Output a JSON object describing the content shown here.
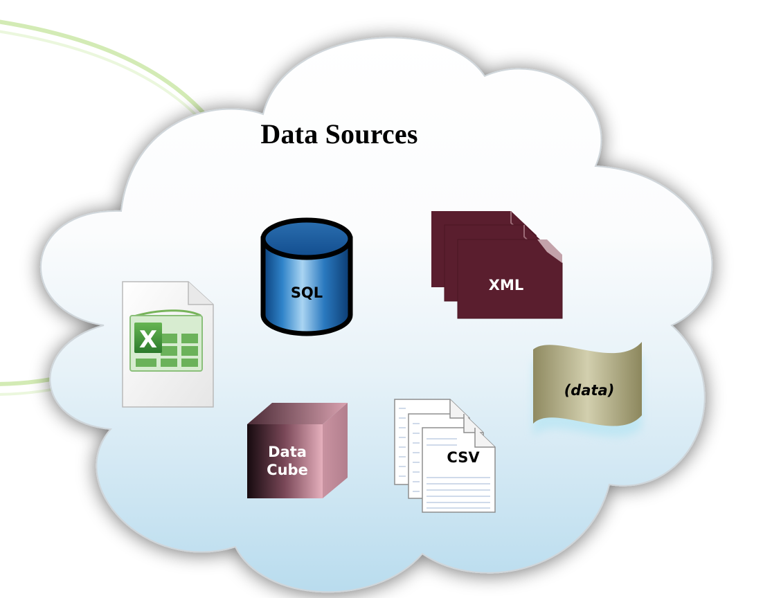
{
  "diagram": {
    "title": "Data Sources",
    "nodes": [
      {
        "id": "excel",
        "icon": "excel-spreadsheet-icon",
        "label": ""
      },
      {
        "id": "sql",
        "icon": "database-cylinder-icon",
        "label": "SQL"
      },
      {
        "id": "xml",
        "icon": "stacked-documents-icon",
        "label": "XML"
      },
      {
        "id": "data",
        "icon": "punched-tape-icon",
        "label": "(data)"
      },
      {
        "id": "cube",
        "icon": "data-cube-icon",
        "label": "Data\nCube"
      },
      {
        "id": "csv",
        "icon": "csv-pages-icon",
        "label": "CSV"
      }
    ],
    "colors": {
      "cloud_top": "#ffffff",
      "cloud_bottom": "#b8dbee",
      "sql_blue": "#1f6fb6",
      "xml_maroon": "#5a1e2e",
      "cube_gradient_start": "#1a0c12",
      "cube_gradient_end": "#e3a9b6",
      "tape_olive": "#9a956b",
      "excel_green": "#3f8c3a"
    }
  }
}
